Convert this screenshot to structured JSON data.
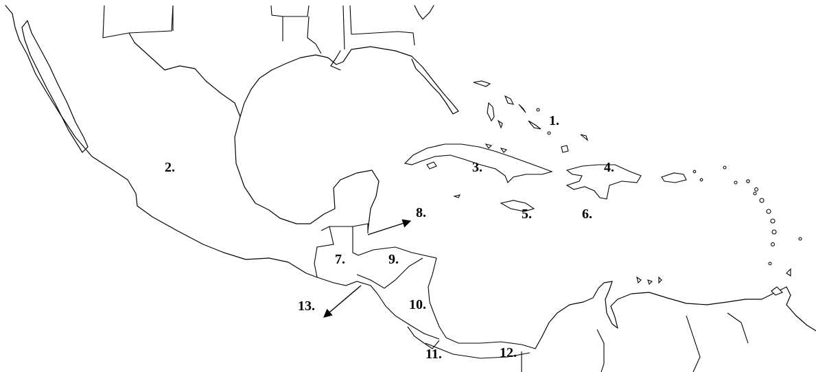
{
  "labels": {
    "l1": "1.",
    "l2": "2.",
    "l3": "3.",
    "l4": "4.",
    "l5": "5.",
    "l6": "6.",
    "l7": "7.",
    "l8": "8.",
    "l9": "9.",
    "l10": "10.",
    "l11": "11.",
    "l12": "12.",
    "l13": "13."
  },
  "colors": {
    "ink": "#000000",
    "paper": "#ffffff"
  }
}
